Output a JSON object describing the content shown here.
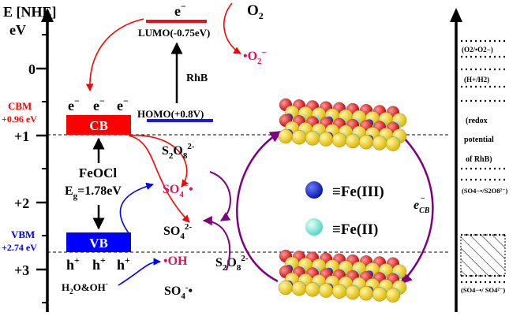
{
  "axis": {
    "title": "E [NHE]",
    "unit": "eV",
    "ticks": [
      "0",
      "+1",
      "+2",
      "+3"
    ]
  },
  "bands": {
    "cbm_label": "CBM",
    "cbm_value": "+0.96 eV",
    "cb_label": "CB",
    "vbm_label": "VBM",
    "vbm_value": "+2.74 eV",
    "vb_label": "VB",
    "material": "FeOCl",
    "gap": "E",
    "gap_sub": "g",
    "gap_value": "=1.78eV",
    "electrons": [
      "e",
      "e",
      "e"
    ],
    "electron_charge": "−",
    "holes": [
      "h",
      "h",
      "h"
    ],
    "hole_charge": "+"
  },
  "dye": {
    "name": "RhB",
    "lumo_electron": "e",
    "lumo_charge": "−",
    "lumo_label": "LUMO(-0.75eV)",
    "homo_label": "HOMO(+0.8V)",
    "o2_main": "O",
    "o2_sub": "2",
    "o2_radical_main": "•O",
    "o2_radical_sub": "2",
    "o2_radical_sup": "−"
  },
  "species": {
    "persulfate_main": "S",
    "persulfate_sub1": "2",
    "persulfate_o": "O",
    "persulfate_sub2": "8",
    "persulfate_sup": "2-",
    "persulfate2_main": "S",
    "persulfate2_sub1": "2",
    "persulfate2_o": "O",
    "persulfate2_sub2": "8",
    "persulfate2_sup": "2-",
    "so4_radical_main": "SO",
    "so4_radical_sub": "4",
    "so4_radical_sup": "−",
    "so4_radical_dot": "•",
    "sulfate_main": "SO",
    "sulfate_sub": "4",
    "sulfate_sup": "2-",
    "so4_radical2_main": "SO",
    "so4_radical2_sub": "4",
    "so4_radical2_sup": "-",
    "so4_radical2_dot": "•",
    "oh_radical": "•OH",
    "water": "H",
    "water_sub": "2",
    "water_rest": "O&OH",
    "water_sup": "-"
  },
  "legend": {
    "fe3": "≡Fe(III)",
    "fe2": "≡Fe(II)"
  },
  "ecb": {
    "e": "e",
    "sub": "CB",
    "sup": "−"
  },
  "redox_scale": {
    "o2_couple": "(O2/•O2−)",
    "h_couple": "(H+/H2)",
    "rhb_1": "(redox",
    "rhb_2": "potential",
    "rhb_3": "of RhB)",
    "so4_s2o8": "(SO4−•/S2O8²⁻)",
    "so4_so4": "(SO4−•/ SO4²⁻)"
  },
  "colors": {
    "cb_red": "#ff0000",
    "vb_blue": "#0000ff",
    "lumo_red": "#e8101a",
    "homo_blue": "#1b1bd6",
    "purple_arrow": "#800080",
    "radical_pink": "#e01060",
    "fe3": "#0a1aa8",
    "fe2": "#7fe8d8"
  }
}
